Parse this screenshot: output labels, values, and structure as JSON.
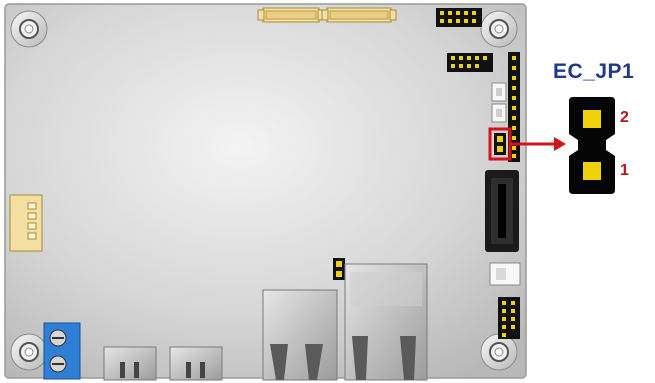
{
  "jumper": {
    "label": "EC_JP1",
    "pin_top": "2",
    "pin_bottom": "1"
  },
  "colors": {
    "board": "#c7c7c7",
    "board_highlight": "#eeeeee",
    "header_black": "#111111",
    "pin_gold": "#f0d20a",
    "label_blue": "#1f3a8a",
    "pin_red": "#b8161b",
    "terminal_blue": "#2f7fd6",
    "connector_beige": "#f2dfa1"
  }
}
